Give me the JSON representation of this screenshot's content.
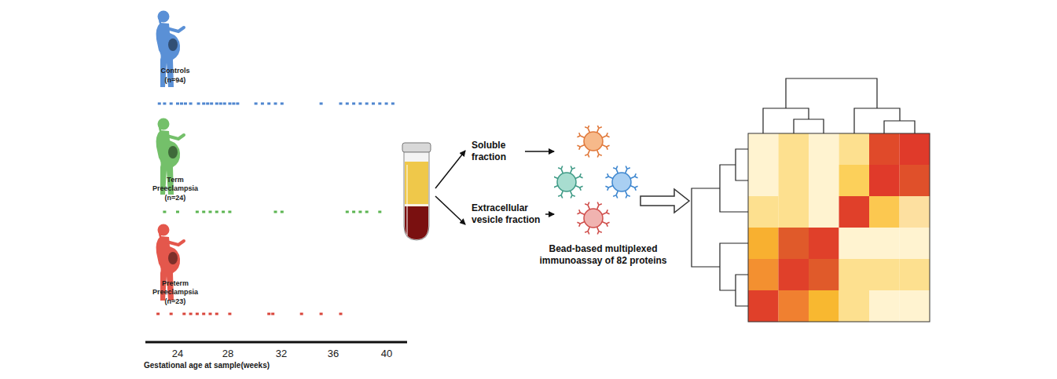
{
  "diagram": {
    "nodes": [
      {
        "text": [
          "Soluble fraction"
        ]
      },
      {
        "text": [
          "Extracellular vesicle fraction"
        ]
      },
      {
        "text": [
          "Bead-based multiplexed immunoassay of 82 proteins"
        ]
      }
    ],
    "edges": [
      {
        "from": 0,
        "to": 2,
        "arrow": "to"
      },
      {
        "from": 1,
        "to": 2,
        "arrow": "to"
      }
    ],
    "labels": [
      "Controls",
      "(n=94)",
      "Term Preeclampsia",
      "(n=24)",
      "Preterm Preeclampsia",
      "(n=23)",
      "24",
      "28",
      "32",
      "36",
      "40",
      "Gestational age at sample(weeks)"
    ]
  }
}
